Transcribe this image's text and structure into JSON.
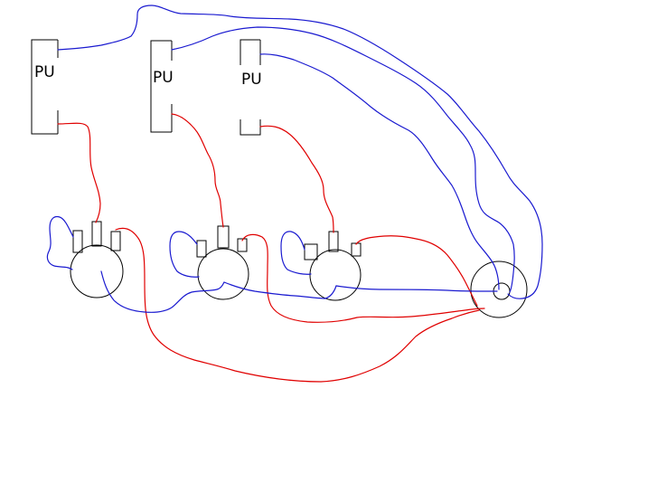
{
  "pickups": [
    {
      "id": "pu-1",
      "label": "PU"
    },
    {
      "id": "pu-2",
      "label": "PU"
    },
    {
      "id": "pu-3",
      "label": "PU"
    }
  ],
  "potentiometers": [
    {
      "id": "pot-1",
      "lugs": 3
    },
    {
      "id": "pot-2",
      "lugs": 3
    },
    {
      "id": "pot-3",
      "lugs": 3
    }
  ],
  "output_jack": {
    "id": "jack"
  },
  "colors": {
    "hot_wire": "#e00000",
    "ground_wire": "#1a1ad0",
    "outline": "#000000",
    "background": "#ffffff"
  }
}
